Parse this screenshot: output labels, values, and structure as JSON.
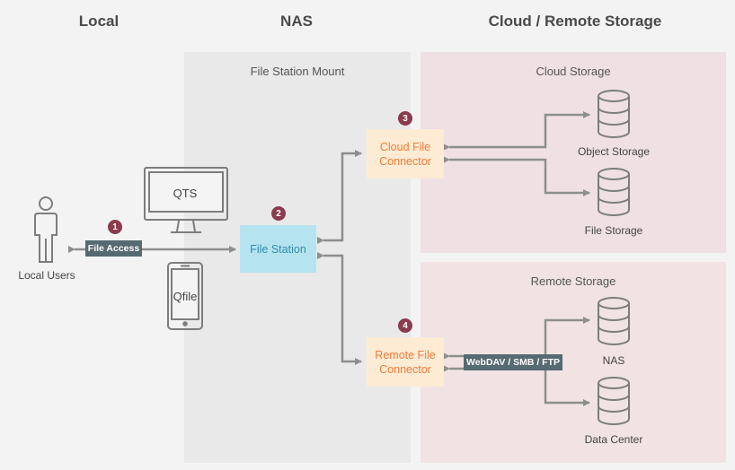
{
  "columns": {
    "local": "Local",
    "nas": "NAS",
    "cloud_remote": "Cloud / Remote Storage"
  },
  "nas_panel": {
    "title": "File Station Mount"
  },
  "cloud_panel": {
    "title": "Cloud Storage"
  },
  "remote_panel": {
    "title": "Remote Storage"
  },
  "local_users": {
    "label": "Local Users"
  },
  "devices": {
    "monitor": "QTS",
    "phone": "Qfile"
  },
  "file_access_tag": "File Access",
  "webdav_tag": "WebDAV / SMB / FTP",
  "file_station": {
    "label": "File Station"
  },
  "cloud_connector": {
    "line1": "Cloud File",
    "line2": "Connector"
  },
  "remote_connector": {
    "line1": "Remote File",
    "line2": "Connector"
  },
  "storage": {
    "object": "Object Storage",
    "file": "File Storage",
    "nas": "NAS",
    "datacenter": "Data Center"
  },
  "steps": [
    "1",
    "2",
    "3",
    "4"
  ],
  "colors": {
    "nas_panel": "#e8e8e8",
    "cloud_panel": "#efe0e3",
    "remote_panel": "#f1e3e3",
    "file_station_box": "#b6e3f0",
    "connector_box": "#fdebd3",
    "connector_text": "#f07d3a",
    "file_station_text": "#2f8ea8",
    "badge": "#8b3b4e",
    "tag": "#566a71",
    "arrow": "#8e8e8e"
  }
}
